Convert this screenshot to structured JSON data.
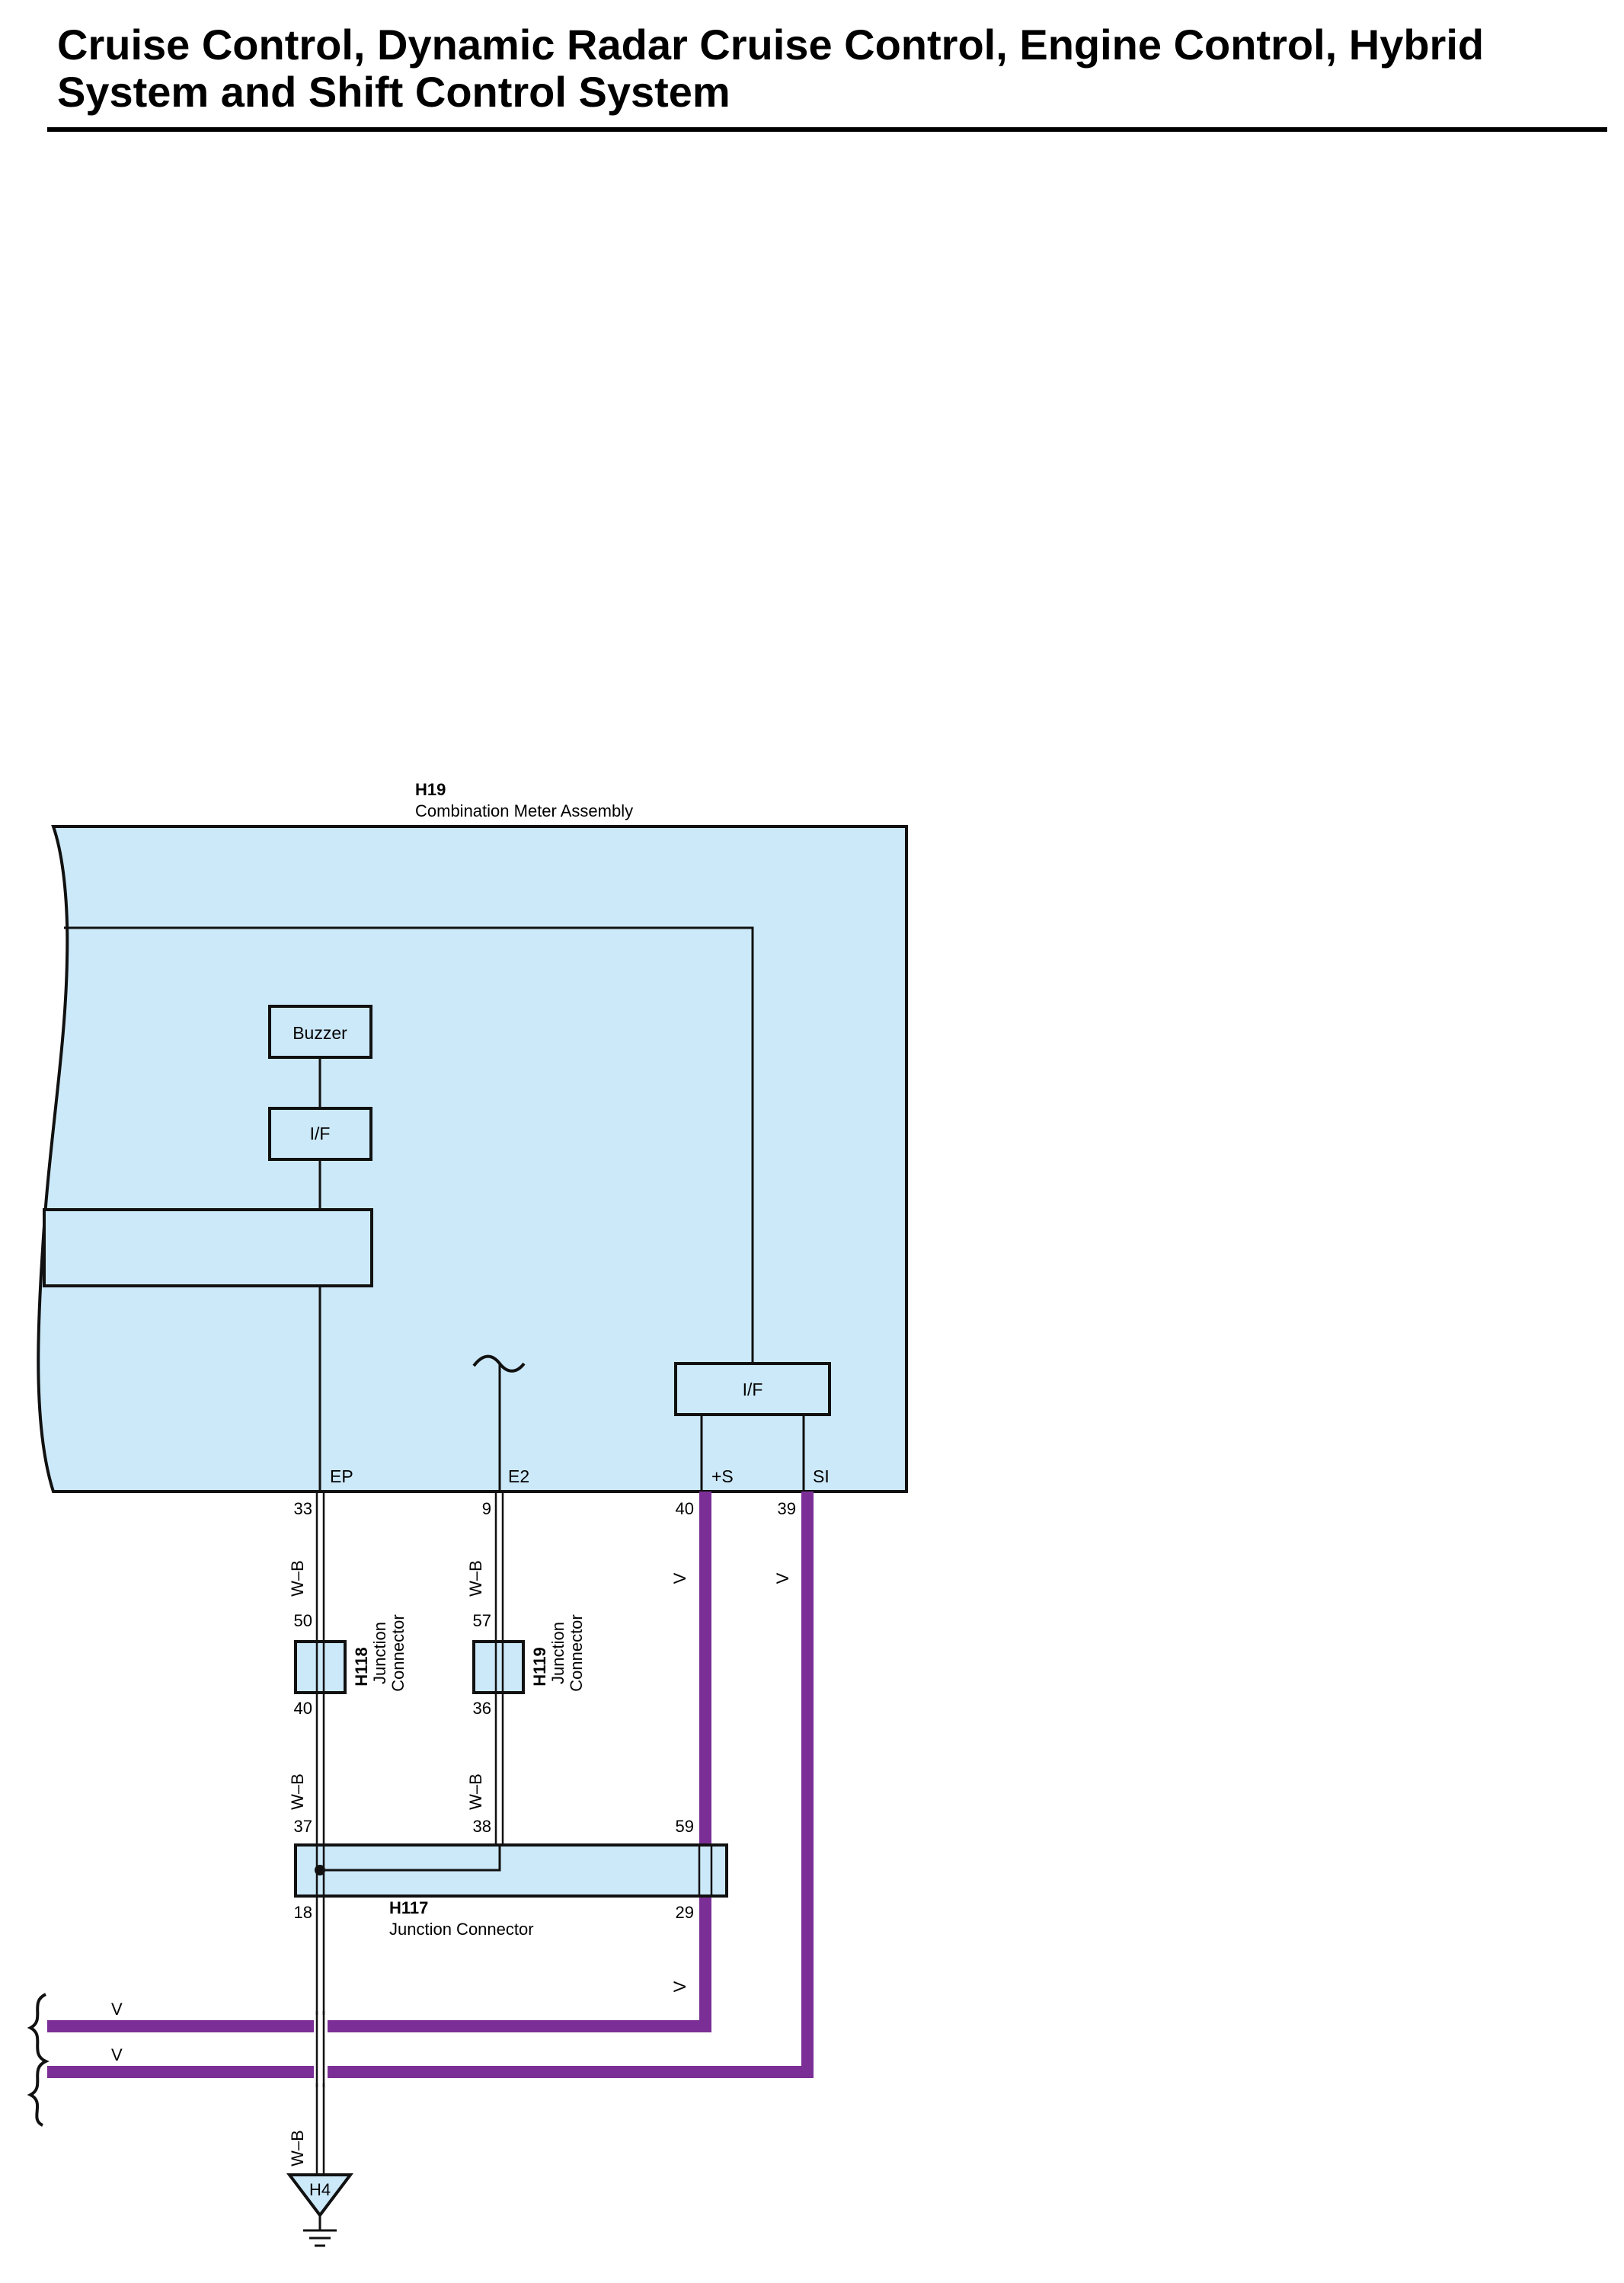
{
  "title": "Cruise Control, Dynamic Radar Cruise Control, Engine Control, Hybrid System and Shift Control System",
  "colors": {
    "fill": "#cce9f9",
    "violet_wire": "#7b2f96",
    "line": "#111111"
  },
  "meter": {
    "code": "H19",
    "name": "Combination Meter Assembly",
    "buzzer": "Buzzer",
    "if_left": "I/F",
    "if_right": "I/F",
    "terminals": {
      "ep": "EP",
      "e2": "E2",
      "plus_s": "+S",
      "si": "SI"
    },
    "pins": {
      "ep": "33",
      "e2": "9",
      "plus_s": "40",
      "si": "39"
    },
    "symbol": "~"
  },
  "wires": {
    "wb": "W–B",
    "v": "V"
  },
  "h118": {
    "code": "H118",
    "line1": "Junction",
    "line2": "Connector",
    "pin_top": "50",
    "pin_bottom": "40"
  },
  "h119": {
    "code": "H119",
    "line1": "Junction",
    "line2": "Connector",
    "pin_top": "57",
    "pin_bottom": "36"
  },
  "h117": {
    "code": "H117",
    "name": "Junction Connector",
    "pin_in_left": "37",
    "pin_in_mid": "38",
    "pin_in_right": "59",
    "pin_out_left": "18",
    "pin_out_right": "29"
  },
  "ground": {
    "code": "H4"
  }
}
